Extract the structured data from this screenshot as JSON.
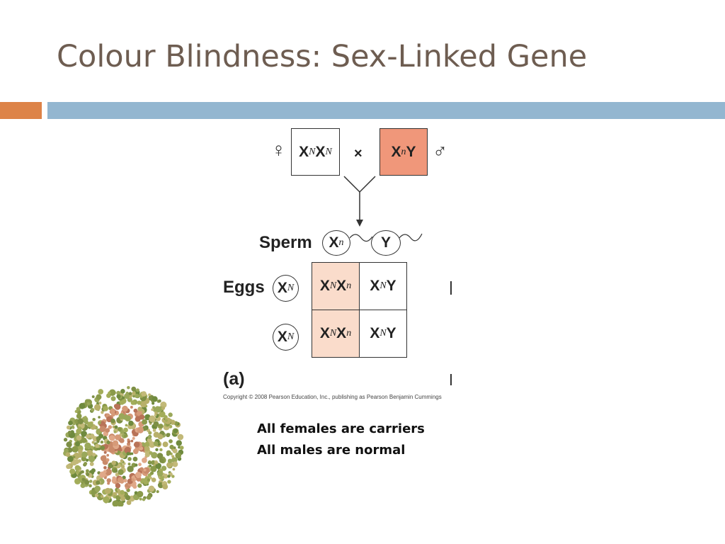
{
  "slide": {
    "title": "Colour Blindness: Sex-Linked Gene",
    "accent_colors": {
      "orange": "#dd8348",
      "blue": "#93b6d0"
    }
  },
  "diagram": {
    "female_symbol": "♀",
    "male_symbol": "♂",
    "cross": "×",
    "mother": {
      "base1": "X",
      "sup1": "N",
      "base2": "X",
      "sup2": "N"
    },
    "father": {
      "base1": "X",
      "sup1": "n",
      "base2": "Y"
    },
    "sperm_label": "Sperm",
    "eggs_label": "Eggs",
    "sperm": [
      {
        "base": "X",
        "sup": "n"
      },
      {
        "base": "Y",
        "sup": ""
      }
    ],
    "eggs": [
      {
        "base": "X",
        "sup": "N"
      },
      {
        "base": "X",
        "sup": "N"
      }
    ],
    "cells": [
      [
        {
          "b1": "X",
          "s1": "N",
          "b2": "X",
          "s2": "n"
        },
        {
          "b1": "X",
          "s1": "N",
          "b2": "Y",
          "s2": ""
        }
      ],
      [
        {
          "b1": "X",
          "s1": "N",
          "b2": "X",
          "s2": "n"
        },
        {
          "b1": "X",
          "s1": "N",
          "b2": "Y",
          "s2": ""
        }
      ]
    ],
    "panel_label": "(a)",
    "copyright": "Copyright © 2008 Pearson Education, Inc., publishing as Pearson Benjamin Cummings"
  },
  "notes": [
    "All females are carriers",
    "All males are normal"
  ]
}
